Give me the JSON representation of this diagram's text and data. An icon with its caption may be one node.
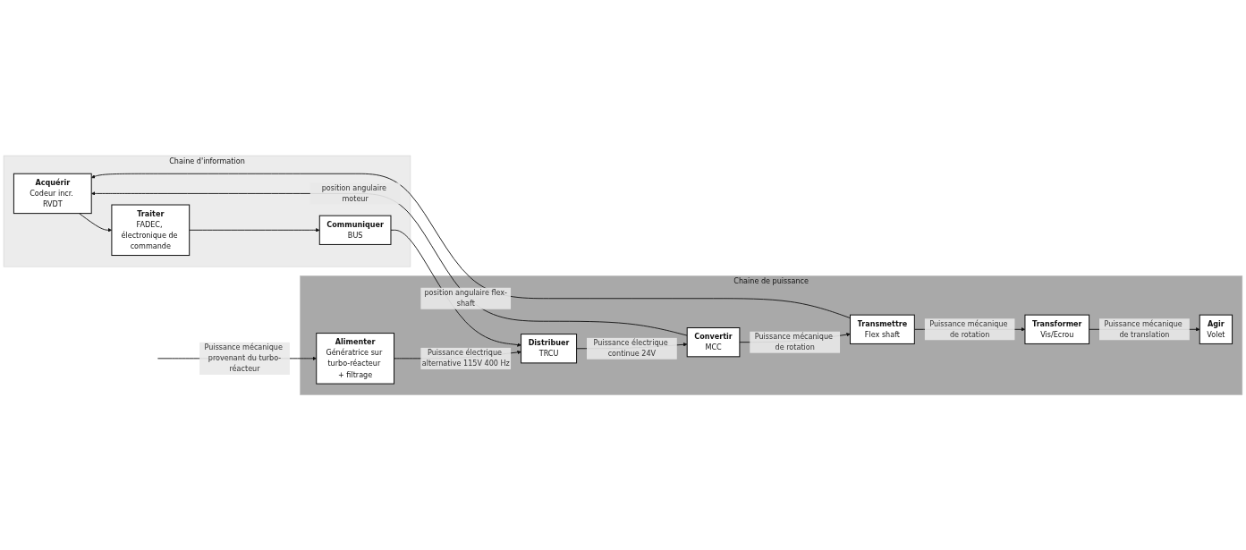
{
  "diagram": {
    "nodes": [
      {
        "text": [
          "Chaine d'information"
        ]
      },
      {
        "text": [
          "Acquérir",
          "Codeur incr. RVDT"
        ],
        "in": 0
      },
      {
        "text": [
          "Traiter",
          "FADEC, électronique de commande"
        ],
        "in": 0
      },
      {
        "text": [
          "Communiquer",
          "BUS"
        ],
        "in": 0
      },
      {
        "text": [
          "Chaine de puissance"
        ]
      },
      {
        "text": [
          "Alimenter",
          "Génératrice sur turbo-réacteur + filtrage"
        ],
        "in": 4
      },
      {
        "text": [
          "Distribuer",
          "TRCU"
        ],
        "in": 4
      },
      {
        "text": [
          "Convertir",
          "MCC"
        ],
        "in": 4
      },
      {
        "text": [
          "Transmettre",
          "Flex shaft"
        ],
        "in": 4
      },
      {
        "text": [
          "Transformer",
          "Vis/Ecrou"
        ],
        "in": 4
      },
      {
        "text": [
          "Agir",
          "Volet"
        ],
        "in": 4
      }
    ],
    "edges": [
      {
        "from": 1,
        "to": 2,
        "arrow": "to"
      },
      {
        "from": 2,
        "to": 3,
        "arrow": "to"
      },
      {
        "from": 3,
        "to": 6,
        "arrow": "to"
      },
      {
        "from": 8,
        "to": 1,
        "arrow": "to",
        "label": "position angulaire flex-shaft"
      },
      {
        "from": 7,
        "to": 1,
        "arrow": "to",
        "label": "position angulaire moteur"
      },
      {
        "from": null,
        "to": 5,
        "arrow": "to",
        "label": "Puissance mécanique provenant du turbo-réacteur"
      },
      {
        "from": 5,
        "to": 6,
        "arrow": "to",
        "label": "Puissance électrique alternative 115V 400 Hz"
      },
      {
        "from": 6,
        "to": 7,
        "arrow": "to",
        "label": "Puissance électrique continue 24V"
      },
      {
        "from": 7,
        "to": 8,
        "arrow": "to",
        "label": "Puissance mécanique de rotation"
      },
      {
        "from": 8,
        "to": 9,
        "arrow": "to",
        "label": "Puissance mécanique de rotation"
      },
      {
        "from": 9,
        "to": 10,
        "arrow": "to",
        "label": "Puissance mécanique de translation"
      }
    ]
  }
}
